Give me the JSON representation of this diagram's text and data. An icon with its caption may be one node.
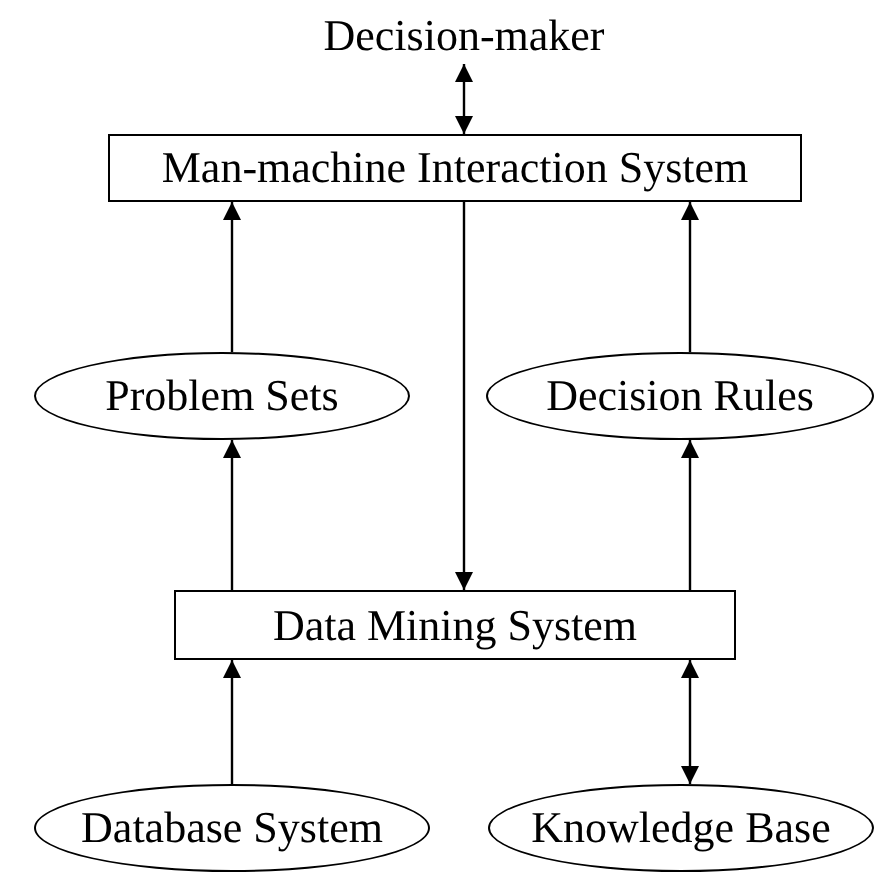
{
  "diagram": {
    "nodes": [
      {
        "text": [
          "Decision-maker"
        ]
      },
      {
        "text": [
          "Man-machine Interaction System"
        ]
      },
      {
        "text": [
          "Problem Sets"
        ]
      },
      {
        "text": [
          "Decision Rules"
        ]
      },
      {
        "text": [
          "Data Mining System"
        ]
      },
      {
        "text": [
          "Database System"
        ]
      },
      {
        "text": [
          "Knowledge Base"
        ]
      }
    ],
    "edges": [
      {
        "from": 0,
        "to": 1,
        "arrow": "both"
      },
      {
        "from": 1,
        "to": 4,
        "arrow": "to"
      },
      {
        "from": 2,
        "to": 1,
        "arrow": "to"
      },
      {
        "from": 3,
        "to": 1,
        "arrow": "to"
      },
      {
        "from": 4,
        "to": 2,
        "arrow": "to"
      },
      {
        "from": 4,
        "to": 3,
        "arrow": "to"
      },
      {
        "from": 5,
        "to": 4,
        "arrow": "to"
      },
      {
        "from": 4,
        "to": 6,
        "arrow": "both"
      }
    ]
  }
}
